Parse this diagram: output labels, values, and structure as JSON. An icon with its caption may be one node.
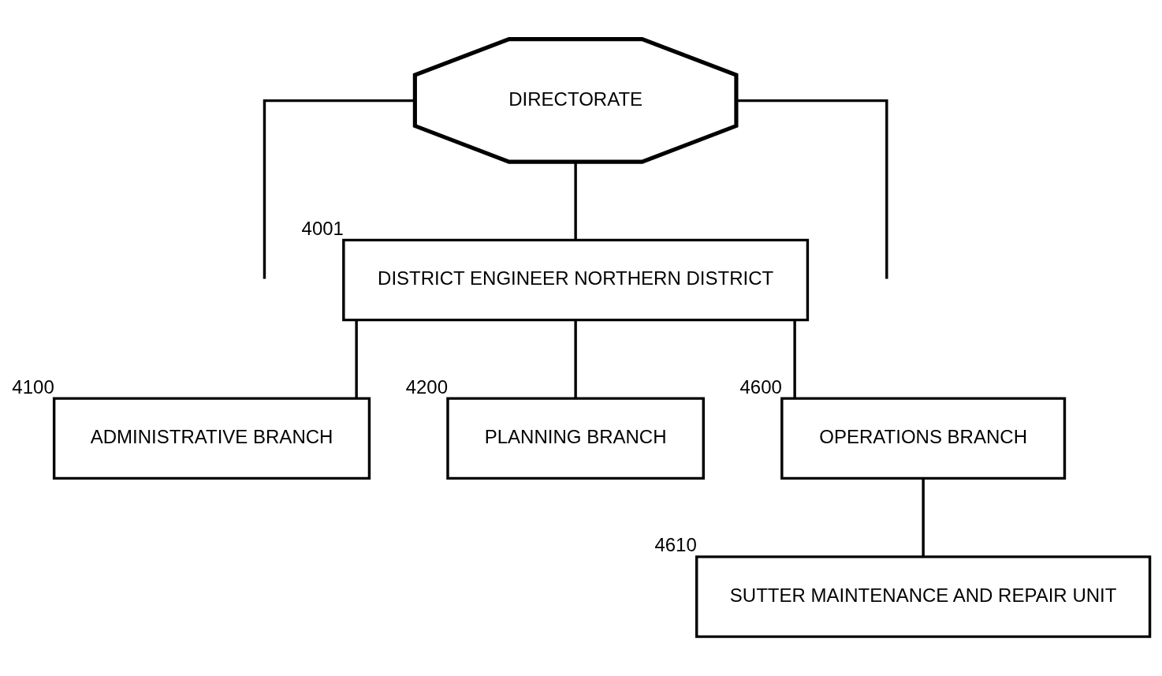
{
  "diagram": {
    "nodes": [
      {
        "text": [
          "DIRECTORATE"
        ]
      },
      {
        "text": [
          "DISTRICT ENGINEER NORTHERN DISTRICT"
        ],
        "beside": [
          "4001"
        ]
      },
      {
        "text": [
          "ADMINISTRATIVE BRANCH"
        ],
        "beside": [
          "4100"
        ]
      },
      {
        "text": [
          "PLANNING BRANCH"
        ],
        "beside": [
          "4200"
        ]
      },
      {
        "text": [
          "OPERATIONS BRANCH"
        ],
        "beside": [
          "4600"
        ]
      },
      {
        "text": [
          "SUTTER MAINTENANCE AND REPAIR UNIT"
        ],
        "beside": [
          "4610"
        ]
      }
    ],
    "edges": [
      {
        "from": 0,
        "to": null,
        "arrow": "none"
      },
      {
        "from": 0,
        "to": null,
        "arrow": "none"
      },
      {
        "from": 0,
        "to": 1,
        "arrow": "none"
      },
      {
        "from": 1,
        "to": 2,
        "arrow": "none"
      },
      {
        "from": 1,
        "to": 3,
        "arrow": "none"
      },
      {
        "from": 1,
        "to": 4,
        "arrow": "none"
      },
      {
        "from": 4,
        "to": 5,
        "arrow": "none"
      }
    ]
  }
}
